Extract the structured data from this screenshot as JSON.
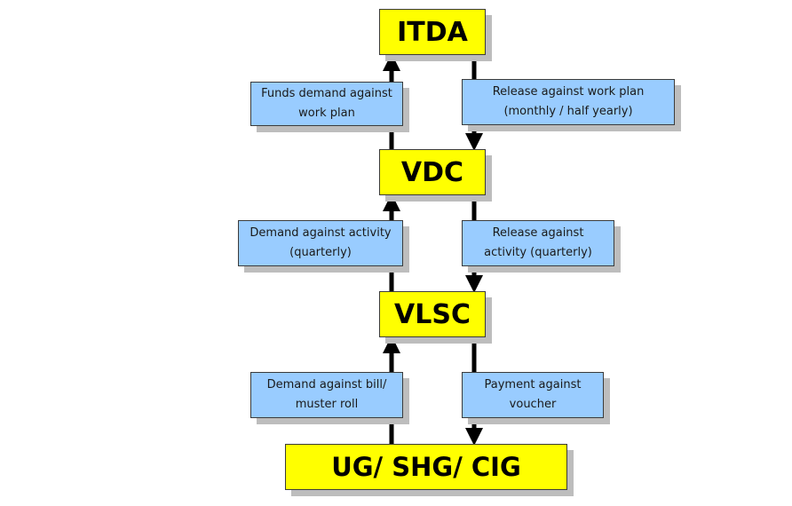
{
  "nodes": {
    "itda": "ITDA",
    "vdc": "VDC",
    "vlsc": "VLSC",
    "ug": "UG/ SHG/ CIG"
  },
  "labels": {
    "funds_demand": [
      "Funds demand against",
      "work plan"
    ],
    "release_work_plan": [
      "Release against work plan",
      "(monthly / half yearly)"
    ],
    "demand_activity": [
      "Demand against activity",
      "(quarterly)"
    ],
    "release_activity": [
      "Release against",
      "activity (quarterly)"
    ],
    "demand_bill": [
      "Demand against bill/",
      "muster roll"
    ],
    "payment_voucher": [
      "Payment against",
      "voucher"
    ]
  },
  "colors": {
    "node_fill": "#ffff00",
    "label_fill": "#99ccff",
    "arrow": "#000000",
    "shadow": "#bdbdbd"
  },
  "edges": [
    {
      "from": "vdc",
      "to": "itda",
      "label": "funds_demand",
      "direction": "up"
    },
    {
      "from": "itda",
      "to": "vdc",
      "label": "release_work_plan",
      "direction": "down"
    },
    {
      "from": "vlsc",
      "to": "vdc",
      "label": "demand_activity",
      "direction": "up"
    },
    {
      "from": "vdc",
      "to": "vlsc",
      "label": "release_activity",
      "direction": "down"
    },
    {
      "from": "ug",
      "to": "vlsc",
      "label": "demand_bill",
      "direction": "up"
    },
    {
      "from": "vlsc",
      "to": "ug",
      "label": "payment_voucher",
      "direction": "down"
    }
  ]
}
